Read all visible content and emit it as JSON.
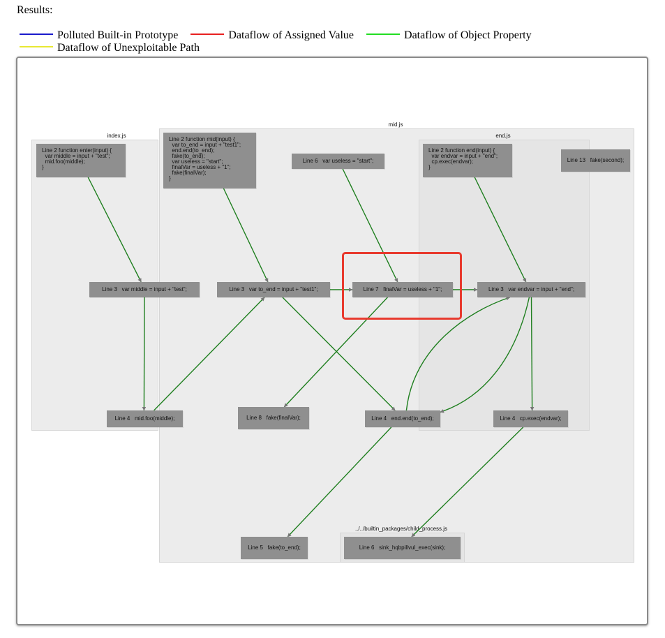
{
  "heading": "Results:",
  "legend": [
    {
      "label": "Polluted Built-in Prototype",
      "color": "#1a1acc"
    },
    {
      "label": "Dataflow of Assigned Value",
      "color": "#e82020"
    },
    {
      "label": "Dataflow of Object Property",
      "color": "#22dd22"
    },
    {
      "label": "Dataflow of Unexploitable Path",
      "color": "#e8e833"
    }
  ],
  "edge_color": "#1f7f1f",
  "highlight_color": "#e83a2e",
  "clusters": {
    "index": "index.js",
    "mid": "mid.js",
    "end": "end.js",
    "child_process": "../../builtin_packages/child_process.js"
  },
  "nodes": {
    "enter_def": "Line 2 function enter(input) {\n  var middle = input + \"test\";\n  mid.foo(middle);\n}",
    "mid_def": "Line 2 function mid(input) {\n  var to_end = input + \"test1\";\n  end.end(to_end);\n  fake(to_end);\n  var useless = \"start\";\n  finalVar = useless + \"1\";\n  fake(finalVar);\n}",
    "useless_decl": "Line 6   var useless = \"start\";",
    "end_def": "Line 2 function end(input) {\n  var endvar = input + \"end\";\n  cp.exec(endvar);\n}",
    "fake_second": "Line 13   fake(second);",
    "middle_decl": "Line 3   var middle = input + \"test\";",
    "to_end_decl": "Line 3   var to_end = input + \"test1\";",
    "finalvar_assign": "Line 7   finalVar = useless + \"1\";",
    "endvar_decl": "Line 3   var endvar = input + \"end\";",
    "mid_foo_call": "Line 4   mid.foo(middle);",
    "fake_finalvar": "Line 8   fake(finalVar);",
    "end_end_call": "Line 4   end.end(to_end);",
    "cp_exec_call": "Line 4   cp.exec(endvar);",
    "fake_to_end": "Line 5   fake(to_end);",
    "sink_exec": "Line 6   sink_hqbpillvul_exec(sink);"
  },
  "edges": [
    [
      "enter_def",
      "middle_decl"
    ],
    [
      "middle_decl",
      "mid_foo_call"
    ],
    [
      "mid_foo_call",
      "to_end_decl"
    ],
    [
      "mid_def",
      "to_end_decl"
    ],
    [
      "to_end_decl",
      "end_end_call"
    ],
    [
      "to_end_decl",
      "finalvar_assign"
    ],
    [
      "useless_decl",
      "finalvar_assign"
    ],
    [
      "finalvar_assign",
      "fake_finalvar"
    ],
    [
      "finalvar_assign",
      "endvar_decl"
    ],
    [
      "end_def",
      "endvar_decl"
    ],
    [
      "end_end_call",
      "endvar_decl"
    ],
    [
      "endvar_decl",
      "end_end_call"
    ],
    [
      "endvar_decl",
      "cp_exec_call"
    ],
    [
      "end_end_call",
      "fake_to_end"
    ],
    [
      "cp_exec_call",
      "sink_exec"
    ]
  ]
}
